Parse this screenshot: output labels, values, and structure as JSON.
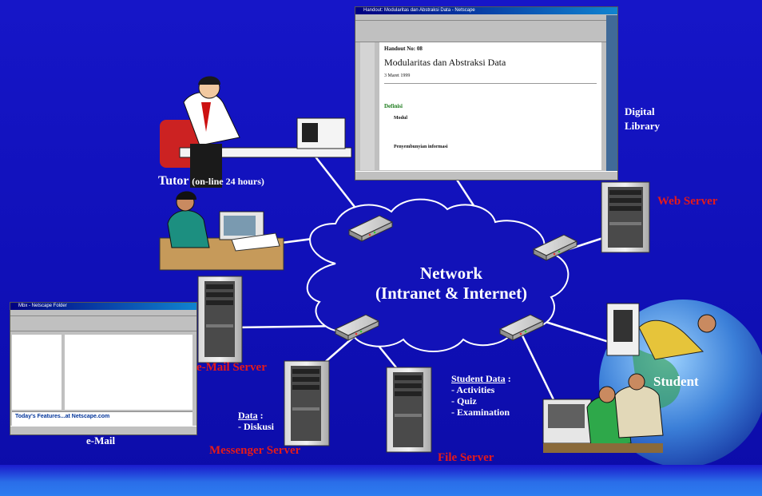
{
  "diagram": {
    "network": {
      "line1": "Network",
      "line2": "(Intranet & Internet)"
    },
    "tutor": {
      "title": "Tutor",
      "note": "(on-line 24 hours)"
    },
    "digital_library": {
      "line1": "Digital",
      "line2": "Library"
    },
    "web_server": "Web Server",
    "email_server": "e-Mail Server",
    "messenger_server": "Messenger Server",
    "file_server": "File Server",
    "student": "Student",
    "email_label": "e-Mail",
    "messenger_data": {
      "heading": "Data",
      "suffix": " :",
      "item": "- Diskusi"
    },
    "student_data": {
      "heading": "Student Data",
      "suffix": " :",
      "items": [
        "- Activities",
        "- Quiz",
        "- Examination"
      ]
    }
  },
  "library_window": {
    "title": "Handout: Modularitas dan Abstraksi Data - Netscape",
    "handout": "Handout No: 08",
    "heading": "Modularitas dan Abstraksi Data",
    "date": "3 Maret 1999",
    "section": "Definisi",
    "bullet1": "Modul",
    "bullet2": "Penyembunyian informasi"
  },
  "email_window": {
    "title": "Mbx - Netscape Folder",
    "banner": "Today's Features...at Netscape.com"
  },
  "colors": {
    "background": "#1414c0",
    "label_red": "#e51a1a",
    "label_white": "#ffffff",
    "network_line": "#ffffff",
    "cloud_fill": "#1212b8"
  }
}
